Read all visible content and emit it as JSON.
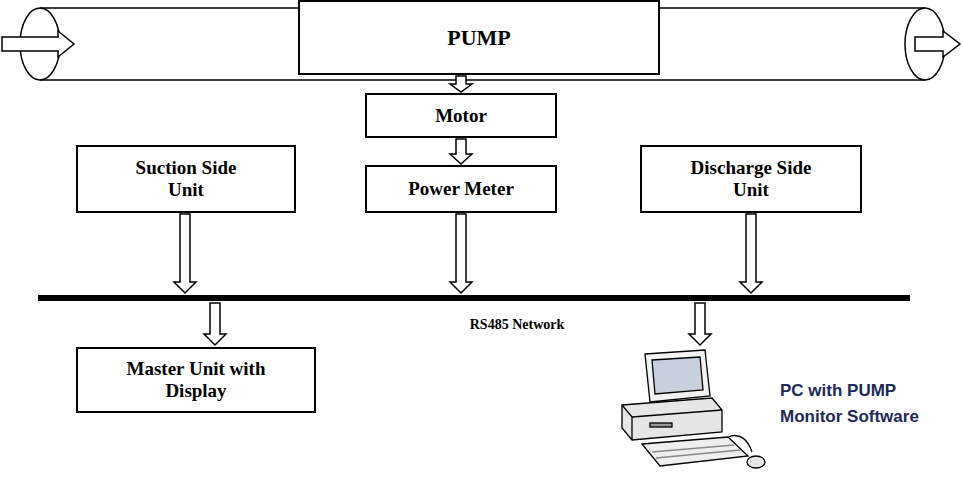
{
  "diagram": {
    "nodes": [
      {
        "text": [
          "PUMP"
        ]
      },
      {
        "text": [
          "Motor"
        ]
      },
      {
        "text": [
          "Suction Side Unit"
        ]
      },
      {
        "text": [
          "Discharge Side Unit"
        ]
      },
      {
        "text": [
          "Power Meter"
        ]
      },
      {
        "text": [
          "Master Unit with Display"
        ]
      }
    ],
    "edges": [
      {
        "from": 0,
        "to": 1,
        "arrow": "to"
      },
      {
        "from": 1,
        "to": 4,
        "arrow": "to"
      }
    ],
    "labels": [
      "RS485 Network",
      "PC with PUMP Monitor Software"
    ]
  }
}
